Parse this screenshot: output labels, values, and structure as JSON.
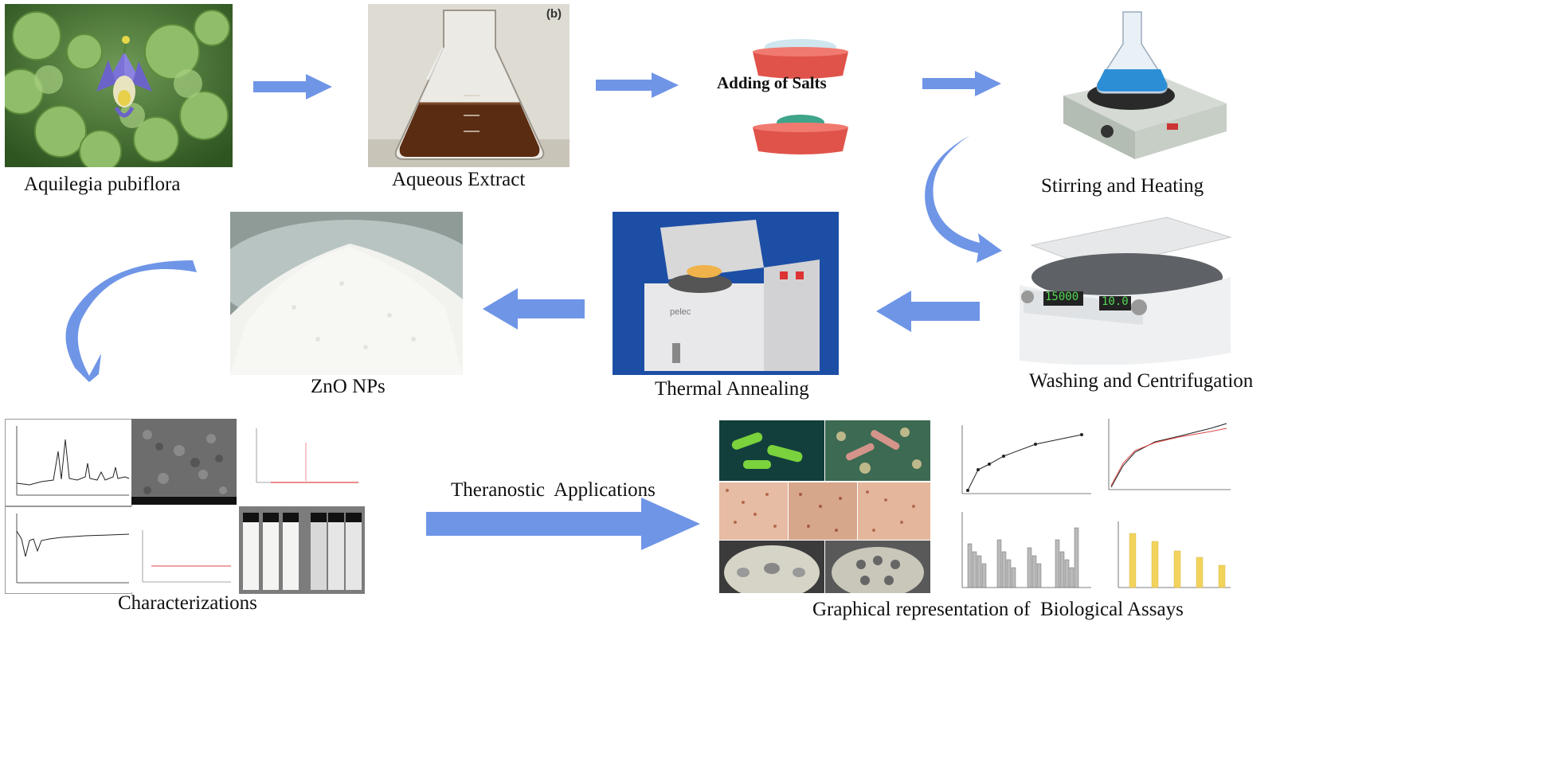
{
  "steps": {
    "plant": "Aquilegia pubiflora",
    "extract": "Aqueous Extract",
    "salts": "Adding of Salts",
    "stirring": "Stirring and Heating",
    "washing": "Washing and Centrifugation",
    "annealing": "Thermal Annealing",
    "zno": "ZnO NPs",
    "characterizations": "Characterizations",
    "theranostic": "Theranostic  Applications",
    "bioassays": "Graphical representation of  Biological Assays"
  },
  "image_labels": {
    "flask_tag": "(b)",
    "centrifuge_display_1": "15000",
    "centrifuge_display_2": "10.0",
    "furnace_brand": "pelec"
  },
  "colors": {
    "arrow": "#6f95e6",
    "arrow_dark": "#4f78d4",
    "extract_liquid": "#5a2c12",
    "salt_dish": "#e0534a"
  }
}
